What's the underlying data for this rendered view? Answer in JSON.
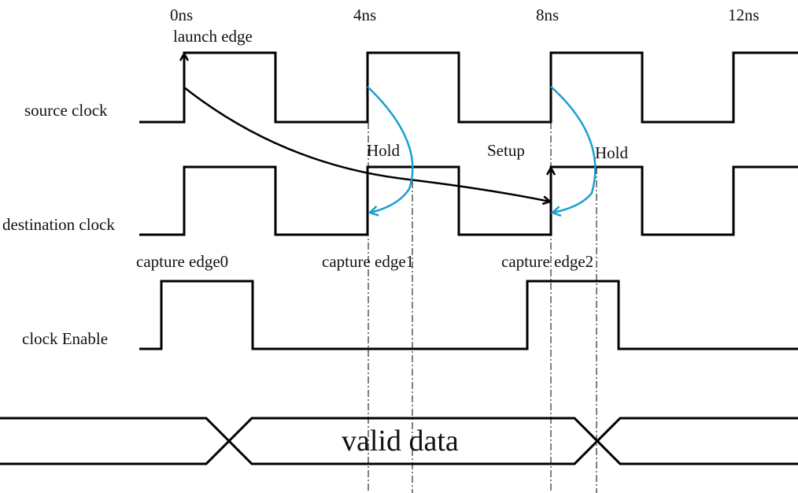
{
  "time_labels": [
    "0ns",
    "4ns",
    "8ns",
    "12ns"
  ],
  "signals": {
    "source": "source clock",
    "destination": "destination clock",
    "enable": "clock Enable"
  },
  "annotations": {
    "launch_edge": "launch edge",
    "hold1": "Hold",
    "setup": "Setup",
    "hold2": "Hold",
    "capture0": "capture edge0",
    "capture1": "capture edge1",
    "capture2": "capture edge2"
  },
  "data_bus": {
    "label": "valid data"
  },
  "colors": {
    "waveform": "#000000",
    "hold_arrow": "#1a9fd0"
  }
}
